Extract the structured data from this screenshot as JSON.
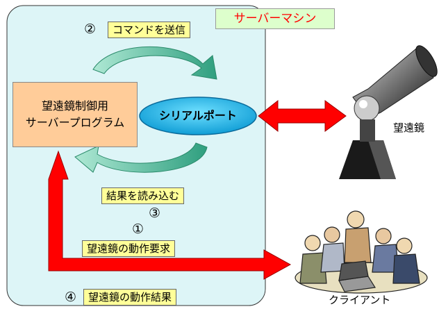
{
  "server_machine_label": "サーバーマシン",
  "program_box": {
    "line1": "望遠鏡制御用",
    "line2": "サーバープログラム"
  },
  "serial_port_label": "シリアルポート",
  "telescope_label": "望遠鏡",
  "client_label": "クライアント",
  "steps": [
    {
      "number": "②",
      "text": "コマンドを送信"
    },
    {
      "number": "③",
      "text": "結果を読み込む"
    },
    {
      "number": "①",
      "text": "望遠鏡の動作要求"
    },
    {
      "number": "④",
      "text": "望遠鏡の動作結果"
    }
  ],
  "colors": {
    "server_panel": "#ddf5f7",
    "program_box": "#ffcc99",
    "serial_port_ellipse": "#22bbee",
    "arrow_red": "#ff0000",
    "arrow_teal": "#44bb99",
    "label_yellow": "#ffff99",
    "server_label_text": "#ff0000"
  }
}
